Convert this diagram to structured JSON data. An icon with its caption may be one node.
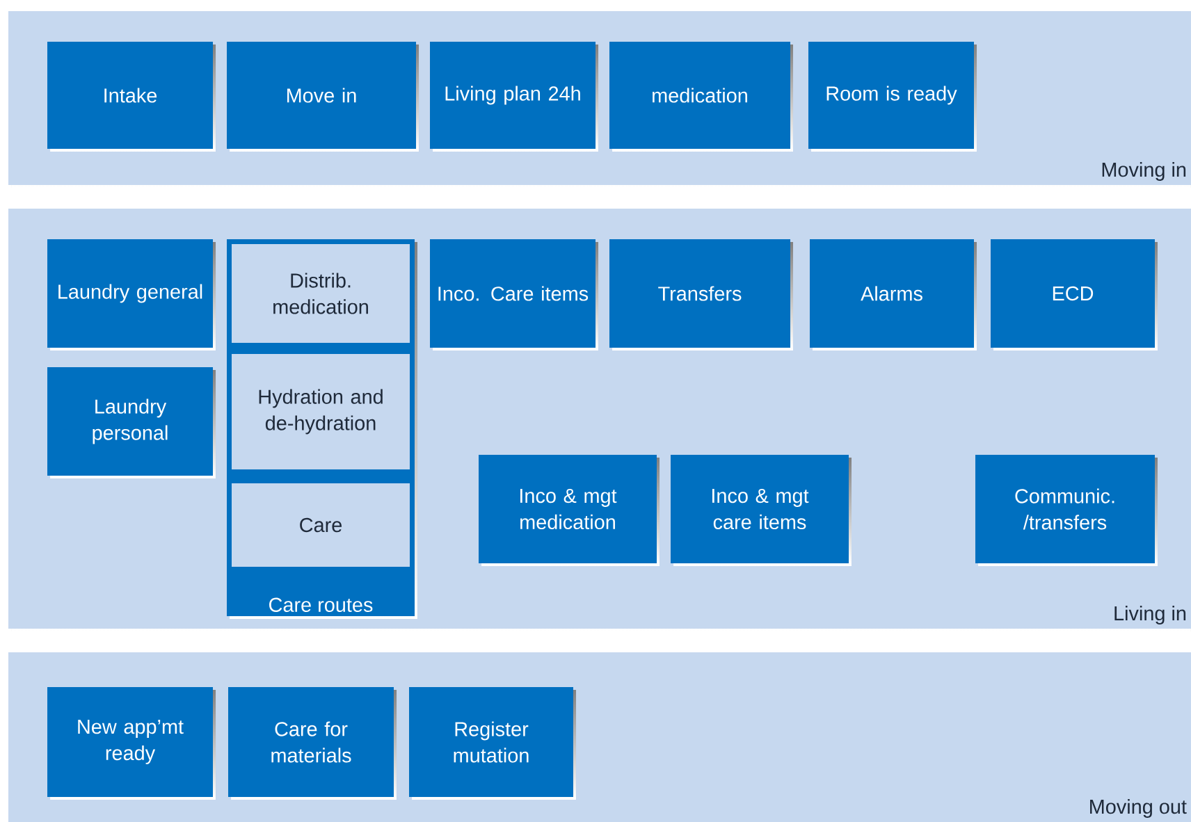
{
  "diagram": {
    "nodes": [
      {
        "text": [
          "Moving in"
        ]
      },
      {
        "text": [
          "Intake"
        ],
        "in": 0
      },
      {
        "text": [
          "Move in"
        ],
        "in": 0
      },
      {
        "text": [
          "Living plan 24h"
        ],
        "in": 0
      },
      {
        "text": [
          "medication"
        ],
        "in": 0
      },
      {
        "text": [
          "Room is ready"
        ],
        "in": 0
      },
      {
        "text": [
          "Living in"
        ]
      },
      {
        "text": [
          "Laundry general"
        ],
        "in": 6
      },
      {
        "text": [
          "Laundry personal"
        ],
        "in": 6
      },
      {
        "text": [
          "Care routes"
        ],
        "in": 6
      },
      {
        "text": [
          "Distrib. medication"
        ],
        "in": 9
      },
      {
        "text": [
          "Hydration and de-hydration"
        ],
        "in": 9
      },
      {
        "text": [
          "Care"
        ],
        "in": 9
      },
      {
        "text": [
          "Inco. Care items"
        ],
        "in": 6
      },
      {
        "text": [
          "Transfers"
        ],
        "in": 6
      },
      {
        "text": [
          "Alarms"
        ],
        "in": 6
      },
      {
        "text": [
          "ECD"
        ],
        "in": 6
      },
      {
        "text": [
          "Inco & mgt medication"
        ],
        "in": 6
      },
      {
        "text": [
          "Inco & mgt care items"
        ],
        "in": 6
      },
      {
        "text": [
          "Communic. /transfers"
        ],
        "in": 6
      },
      {
        "text": [
          "Moving out"
        ]
      },
      {
        "text": [
          "New app’mt ready"
        ],
        "in": 20
      },
      {
        "text": [
          "Care for materials"
        ],
        "in": 20
      },
      {
        "text": [
          "Register mutation"
        ],
        "in": 20
      }
    ]
  }
}
